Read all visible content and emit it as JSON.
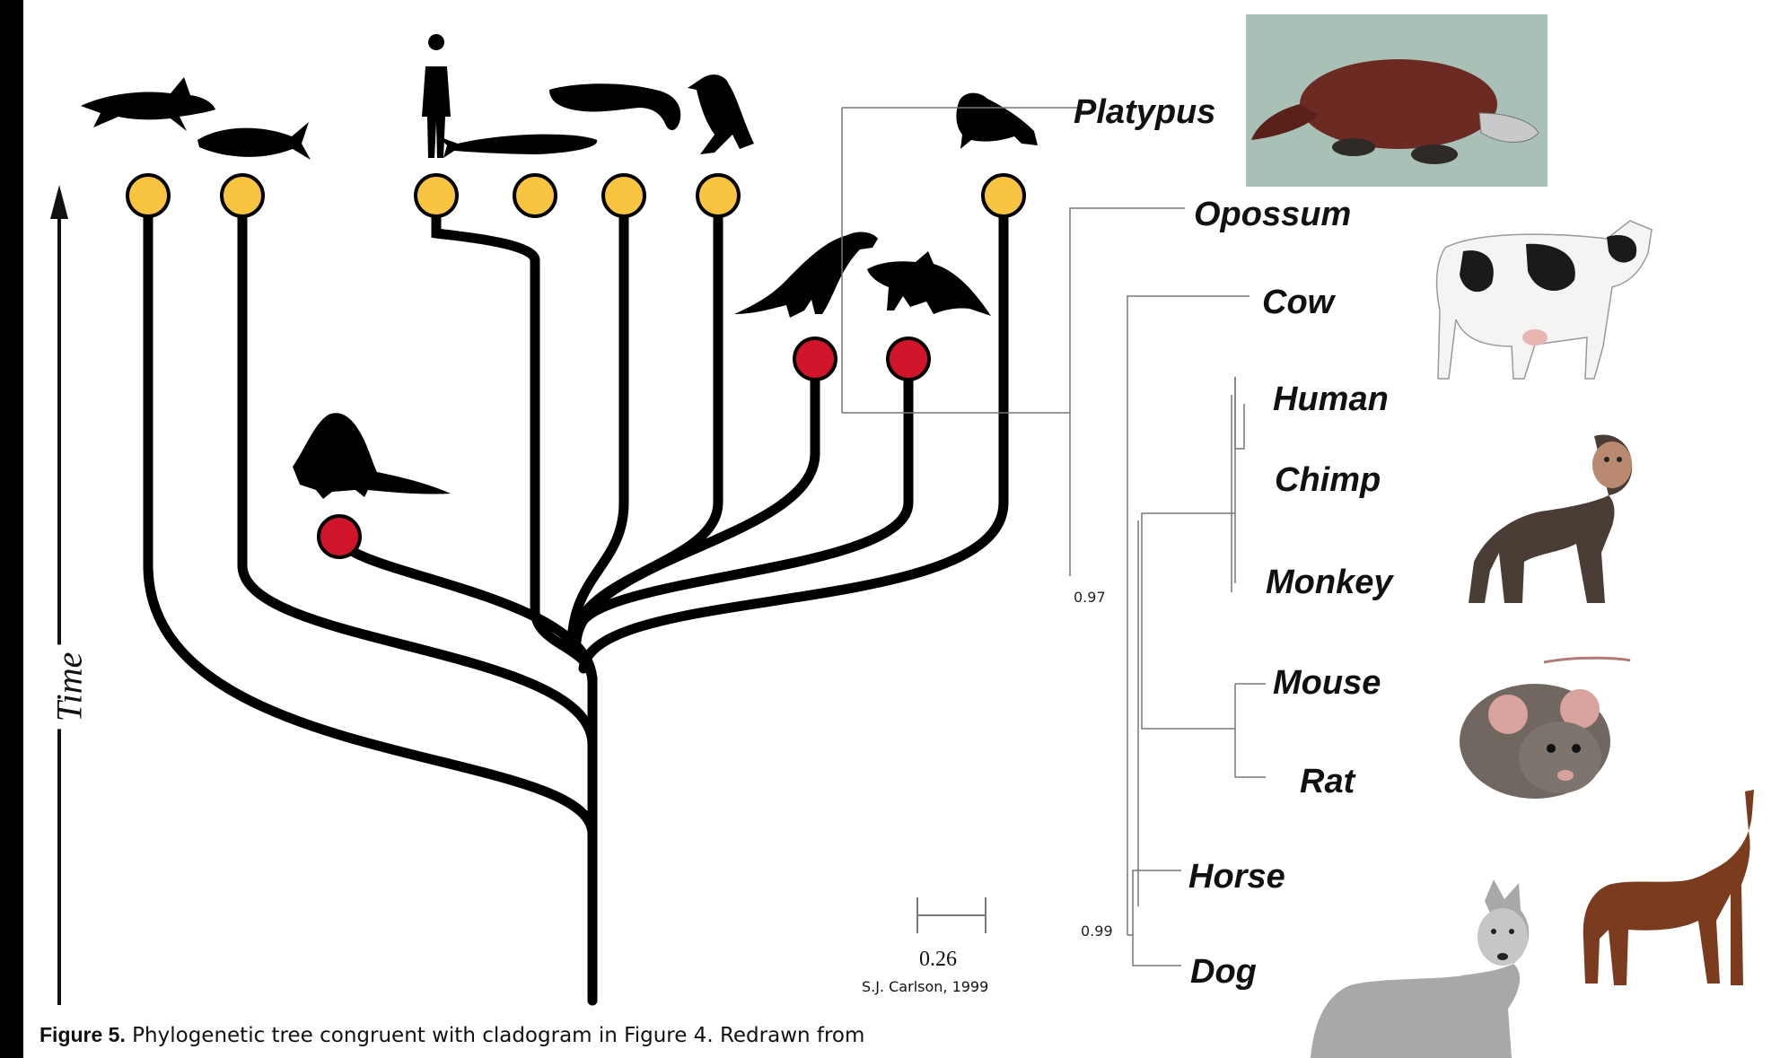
{
  "figure": {
    "caption_label": "Figure 5.",
    "caption_text": "Phylogenetic tree congruent with cladogram in Figure 4. Redrawn from",
    "time_axis_label": "Time"
  },
  "cladogram": {
    "living_lineage_color": "#F9C440",
    "extinct_lineage_color": "#D0152B",
    "silhouettes": [
      "shark-icon",
      "tuna-icon",
      "human-icon",
      "whale-icon",
      "crocodile-icon",
      "bird-icon",
      "frog-icon",
      "tyrannosaur-icon",
      "triceratops-icon",
      "dimetrodon-icon"
    ]
  },
  "tree": {
    "tips": [
      "Platypus",
      "Opossum",
      "Cow",
      "Human",
      "Chimp",
      "Monkey",
      "Mouse",
      "Rat",
      "Horse",
      "Dog"
    ],
    "node_support": [
      "0.97",
      "0.99"
    ],
    "scale_value": "0.26",
    "credit": "S.J. Carlson, 1999"
  },
  "photos": [
    "platypus",
    "cow",
    "chimp",
    "mouse",
    "horse",
    "wolf"
  ]
}
